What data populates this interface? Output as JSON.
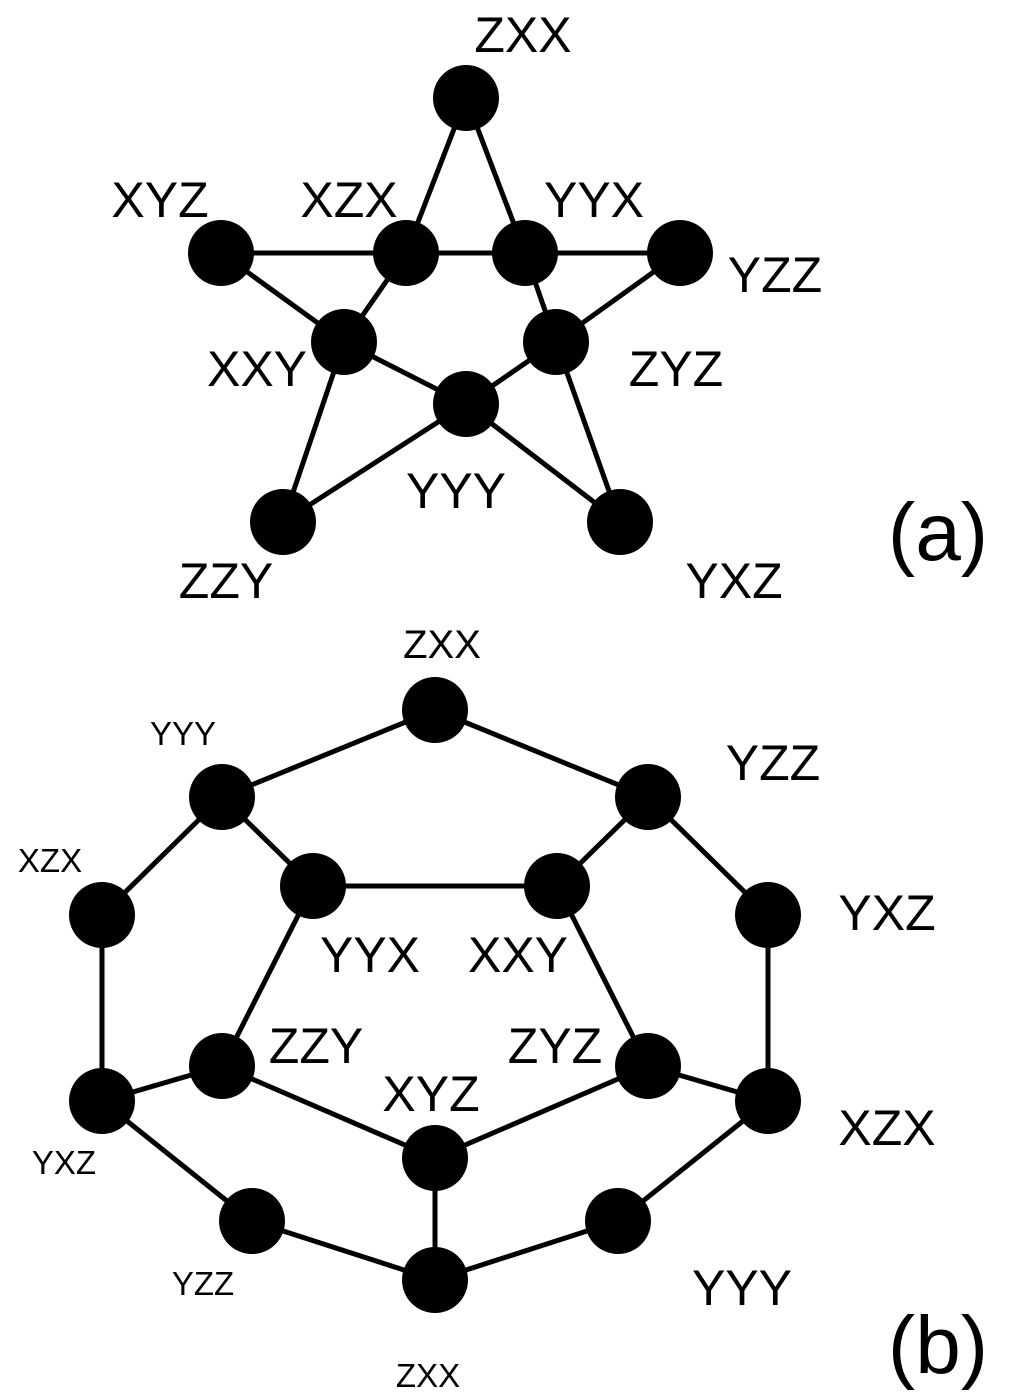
{
  "colors": {
    "node": "#000000",
    "edge": "#000000",
    "background": "#ffffff"
  },
  "panels": [
    {
      "id": "a",
      "label": "(a)",
      "nodes": [
        {
          "id": "a0",
          "label": "ZXX"
        },
        {
          "id": "a1",
          "label": "XYZ"
        },
        {
          "id": "a2",
          "label": "XZX"
        },
        {
          "id": "a3",
          "label": "YYX"
        },
        {
          "id": "a4",
          "label": "YZZ"
        },
        {
          "id": "a5",
          "label": "XXY"
        },
        {
          "id": "a6",
          "label": "ZYZ"
        },
        {
          "id": "a7",
          "label": "YYY"
        },
        {
          "id": "a8",
          "label": "ZZY"
        },
        {
          "id": "a9",
          "label": "YXZ"
        }
      ],
      "edges": [
        [
          "a0",
          "a2"
        ],
        [
          "a0",
          "a3"
        ],
        [
          "a1",
          "a2"
        ],
        [
          "a2",
          "a3"
        ],
        [
          "a3",
          "a4"
        ],
        [
          "a1",
          "a5"
        ],
        [
          "a2",
          "a5"
        ],
        [
          "a4",
          "a6"
        ],
        [
          "a3",
          "a6"
        ],
        [
          "a5",
          "a7"
        ],
        [
          "a6",
          "a7"
        ],
        [
          "a5",
          "a8"
        ],
        [
          "a7",
          "a8"
        ],
        [
          "a6",
          "a9"
        ],
        [
          "a7",
          "a9"
        ]
      ]
    },
    {
      "id": "b",
      "label": "(b)",
      "nodes": [
        {
          "id": "b0",
          "label": "ZXX"
        },
        {
          "id": "b1",
          "label": "YYY"
        },
        {
          "id": "b2",
          "label": "YZZ"
        },
        {
          "id": "b3",
          "label": "XZX"
        },
        {
          "id": "b4",
          "label": "YYX"
        },
        {
          "id": "b5",
          "label": "XXY"
        },
        {
          "id": "b6",
          "label": "YXZ"
        },
        {
          "id": "b7",
          "label": "ZZY"
        },
        {
          "id": "b8",
          "label": "ZYZ"
        },
        {
          "id": "b9",
          "label": "YXZ"
        },
        {
          "id": "b10",
          "label": "XZX"
        },
        {
          "id": "b11",
          "label": "XYZ"
        },
        {
          "id": "b12",
          "label": "YZZ"
        },
        {
          "id": "b13",
          "label": "YYY"
        },
        {
          "id": "b14",
          "label": "ZXX"
        }
      ],
      "edges": [
        [
          "b0",
          "b1"
        ],
        [
          "b0",
          "b2"
        ],
        [
          "b1",
          "b3"
        ],
        [
          "b1",
          "b4"
        ],
        [
          "b2",
          "b5"
        ],
        [
          "b2",
          "b6"
        ],
        [
          "b4",
          "b5"
        ],
        [
          "b3",
          "b9"
        ],
        [
          "b6",
          "b10"
        ],
        [
          "b4",
          "b7"
        ],
        [
          "b5",
          "b8"
        ],
        [
          "b7",
          "b9"
        ],
        [
          "b8",
          "b10"
        ],
        [
          "b7",
          "b11"
        ],
        [
          "b8",
          "b11"
        ],
        [
          "b11",
          "b14"
        ],
        [
          "b9",
          "b12"
        ],
        [
          "b10",
          "b13"
        ],
        [
          "b12",
          "b14"
        ],
        [
          "b13",
          "b14"
        ]
      ]
    }
  ]
}
